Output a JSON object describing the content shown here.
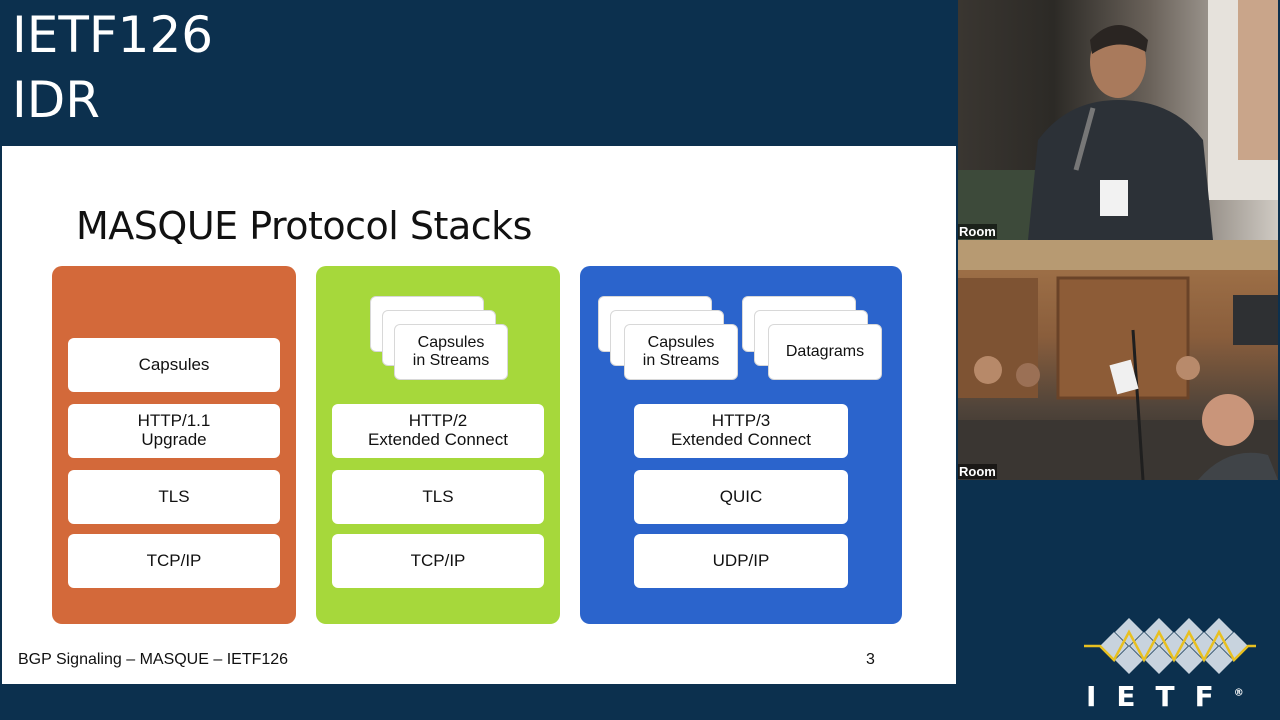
{
  "session": {
    "line1": "IETF126",
    "line2": "IDR"
  },
  "slide": {
    "title": "MASQUE Protocol Stacks",
    "footer": "BGP Signaling – MASQUE – IETF126",
    "page_number": "3",
    "columns": [
      {
        "color": "#d3693a",
        "layers": [
          "Capsules",
          "HTTP/1.1\nUpgrade",
          "TLS",
          "TCP/IP"
        ]
      },
      {
        "color": "#a6d83b",
        "stack_top": "Capsules\nin Streams",
        "layers": [
          "HTTP/2\nExtended Connect",
          "TLS",
          "TCP/IP"
        ]
      },
      {
        "color": "#2b64cc",
        "stack_top_left": "Capsules\nin Streams",
        "stack_top_right": "Datagrams",
        "layers": [
          "HTTP/3\nExtended Connect",
          "QUIC",
          "UDP/IP"
        ]
      }
    ]
  },
  "videos": {
    "speaker_label": "Room",
    "audience_label": "Room"
  },
  "logo": {
    "text": "IETF",
    "mark": "®"
  },
  "colors": {
    "background": "#0c304e",
    "accent": "#e8c020"
  }
}
